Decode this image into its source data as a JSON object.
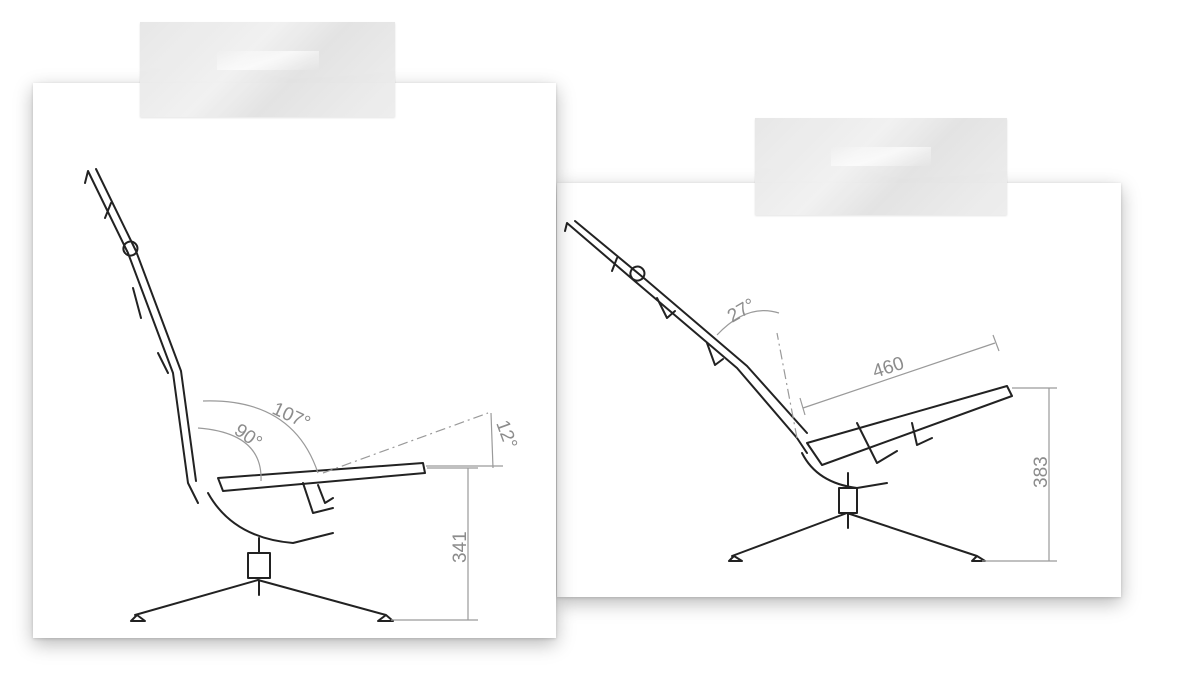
{
  "left_drawing": {
    "angle_backrest": "107°",
    "angle_seat_back": "90°",
    "angle_seat_tilt": "12°",
    "seat_height": "341"
  },
  "right_drawing": {
    "angle_recline": "27°",
    "seat_depth": "460",
    "seat_height": "383"
  },
  "colors": {
    "line": "#222222",
    "dimension": "#8c8c8c",
    "tape": "#e8e8e8"
  }
}
